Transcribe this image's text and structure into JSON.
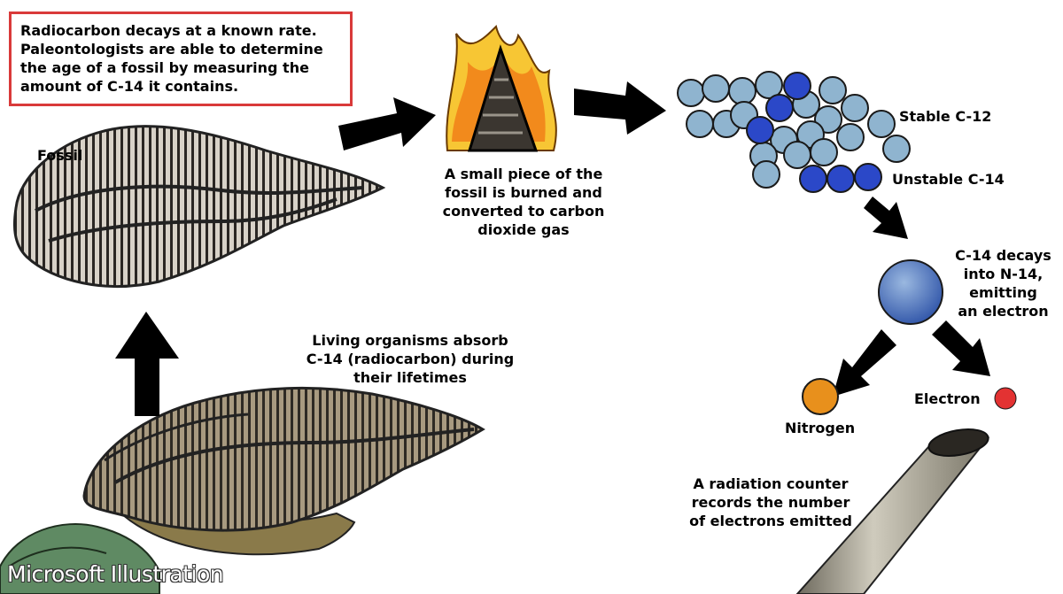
{
  "intro": {
    "lines": [
      "Radiocarbon decays at a known rate.",
      "Paleontologists are able to determine",
      "the age of a fossil by measuring the",
      "amount  of C-14 it contains."
    ]
  },
  "labels": {
    "fossil": "Fossil",
    "burn": [
      "A small piece of the",
      "fossil is burned and",
      "converted to carbon",
      "dioxide gas"
    ],
    "stable": "Stable C-12",
    "unstable": "Unstable C-14",
    "decay": [
      "C-14 decays",
      "into N-14,",
      "emitting",
      "an electron"
    ],
    "nitrogen": "Nitrogen",
    "electron": "Electron",
    "living": [
      "Living organisms absorb",
      "C-14 (radiocarbon) during",
      "their lifetimes"
    ],
    "counter": [
      "A radiation counter",
      "records the number",
      "of electrons emitted"
    ]
  },
  "watermark": "Microsoft Illustration",
  "colors": {
    "box_border": "#d93a3a",
    "c12": "#8fb4cf",
    "c14": "#2b48c8",
    "nitrogen": "#e8901c",
    "electron": "#e33232",
    "atom": "#4a76c4",
    "arrow": "#000000"
  }
}
